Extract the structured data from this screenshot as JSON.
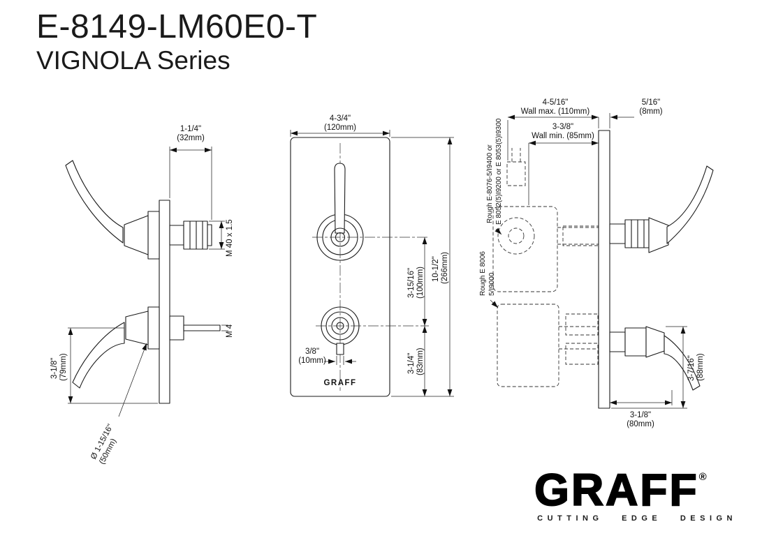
{
  "header": {
    "model": "E-8149-LM60E0-T",
    "series": "VIGNOLA Series"
  },
  "left_view": {
    "dim_stem_in": "1-1/4\"",
    "dim_stem_mm": "(32mm)",
    "thread_label": "M 40 x 1.5",
    "screw_label": "M 4",
    "dim_drop_in": "3-1/8\"",
    "dim_drop_mm": "(79mm)",
    "dim_dia_in": "Ø 1-15/16\"",
    "dim_dia_mm": "(50mm)"
  },
  "front_view": {
    "dim_width_in": "4-3/4\"",
    "dim_width_mm": "(120mm)",
    "dim_offset_in": "3/8\"",
    "dim_offset_mm": "(10mm)",
    "dim_centers_in": "3-15/16\"",
    "dim_centers_mm": "(100mm)",
    "dim_height_in": "10-1/2\"",
    "dim_height_mm": "(266mm)",
    "dim_lower_in": "3-1/4\"",
    "dim_lower_mm": "(83mm)",
    "plate_brand": "GRAFF"
  },
  "side_view": {
    "dim_wall_max_in": "4-5/16\"",
    "dim_wall_max_label": "Wall max. (110mm)",
    "dim_plate_in": "5/16\"",
    "dim_plate_mm": "(8mm)",
    "dim_wall_min_in": "3-3/8\"",
    "dim_wall_min_label": "Wall min. (85mm)",
    "rough_a_line1": "Rough E-8076-5/I9400 or",
    "rough_a_line2": "E 8052(5)I9200 or E 8053(5)I9300",
    "rough_b_line1": "Rough E 8006",
    "rough_b_line2": "5/I9000",
    "dim_handle_in": "3-7/16\"",
    "dim_handle_mm": "(88mm)",
    "dim_depth_in": "3-1/8\"",
    "dim_depth_mm": "(80mm)"
  },
  "logo": {
    "brand": "GRAFF",
    "registered": "®",
    "tagline": "CUTTING EDGE DESIGN"
  }
}
